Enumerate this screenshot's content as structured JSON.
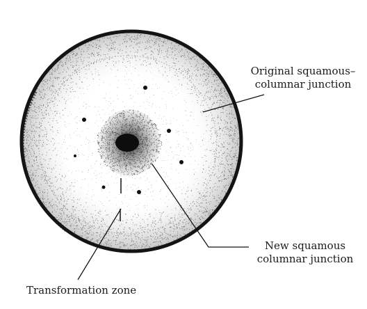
{
  "diagram": {
    "labels": {
      "original_junction": [
        "Original squamous–",
        "columnar junction"
      ],
      "new_junction": [
        "New squamous",
        "columnar junction"
      ],
      "transformation_zone": "Transformation zone"
    },
    "colors": {
      "ink": "#141414",
      "paper": "#ffffff"
    }
  }
}
